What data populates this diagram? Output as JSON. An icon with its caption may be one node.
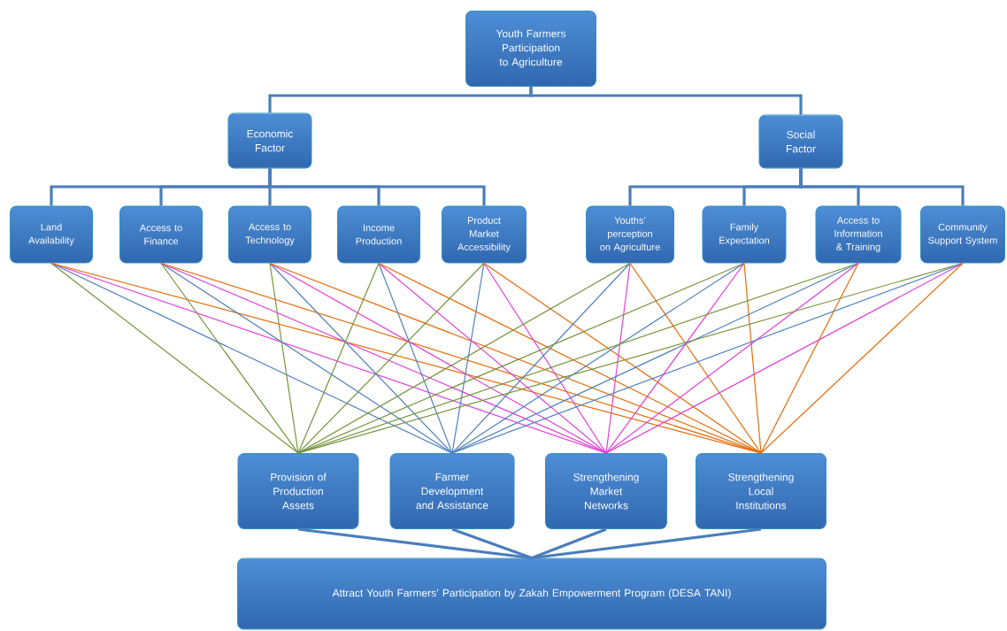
{
  "diagram": {
    "nodes": [
      {
        "text": [
          "Youth Farmers Participation to Agriculture"
        ]
      },
      {
        "text": [
          "Economic Factor"
        ]
      },
      {
        "text": [
          "Social Factor"
        ]
      },
      {
        "text": [
          "Land Availability"
        ]
      },
      {
        "text": [
          "Access to Finance"
        ]
      },
      {
        "text": [
          "Access to Technology"
        ]
      },
      {
        "text": [
          "Income Production"
        ]
      },
      {
        "text": [
          "Product Market Accessibility"
        ]
      },
      {
        "text": [
          "Youths’ perception on Agriculture"
        ]
      },
      {
        "text": [
          "Family Expectation"
        ]
      },
      {
        "text": [
          "Access to Information & Training"
        ]
      },
      {
        "text": [
          "Community Support System"
        ]
      },
      {
        "text": [
          "Provision of Production Assets"
        ]
      },
      {
        "text": [
          "Farmer Development and Assistance"
        ]
      },
      {
        "text": [
          "Strengthening Market Networks"
        ]
      },
      {
        "text": [
          "Strengthening Local Institutions"
        ]
      },
      {
        "text": [
          "Attract Youth Farmers’ Participation by Zakah Empowerment Program (DESA TANI)"
        ]
      }
    ],
    "edges": [
      {
        "from": 0,
        "to": 1,
        "arrow": "none",
        "style": "thick",
        "color": "#4a7ebb"
      },
      {
        "from": 0,
        "to": 2,
        "arrow": "none",
        "style": "thick",
        "color": "#4a7ebb"
      },
      {
        "from": 1,
        "to": 3,
        "arrow": "none",
        "style": "thick",
        "color": "#4a7ebb"
      },
      {
        "from": 1,
        "to": 4,
        "arrow": "none",
        "style": "thick",
        "color": "#4a7ebb"
      },
      {
        "from": 1,
        "to": 5,
        "arrow": "none",
        "style": "thick",
        "color": "#4a7ebb"
      },
      {
        "from": 1,
        "to": 6,
        "arrow": "none",
        "style": "thick",
        "color": "#4a7ebb"
      },
      {
        "from": 1,
        "to": 7,
        "arrow": "none",
        "style": "thick",
        "color": "#4a7ebb"
      },
      {
        "from": 2,
        "to": 8,
        "arrow": "none",
        "style": "thick",
        "color": "#4a7ebb"
      },
      {
        "from": 2,
        "to": 9,
        "arrow": "none",
        "style": "thick",
        "color": "#4a7ebb"
      },
      {
        "from": 2,
        "to": 10,
        "arrow": "none",
        "style": "thick",
        "color": "#4a7ebb"
      },
      {
        "from": 2,
        "to": 11,
        "arrow": "none",
        "style": "thick",
        "color": "#4a7ebb"
      },
      {
        "from": 3,
        "to": 12,
        "arrow": "none",
        "color": "#77933c"
      },
      {
        "from": 3,
        "to": 13,
        "arrow": "none",
        "color": "#4f81bd"
      },
      {
        "from": 3,
        "to": 14,
        "arrow": "none",
        "color": "#e040d8"
      },
      {
        "from": 3,
        "to": 15,
        "arrow": "none",
        "color": "#e46c0a"
      },
      {
        "from": 4,
        "to": 12,
        "arrow": "none",
        "color": "#77933c"
      },
      {
        "from": 4,
        "to": 13,
        "arrow": "none",
        "color": "#4f81bd"
      },
      {
        "from": 4,
        "to": 14,
        "arrow": "none",
        "color": "#e040d8"
      },
      {
        "from": 4,
        "to": 15,
        "arrow": "none",
        "color": "#e46c0a"
      },
      {
        "from": 5,
        "to": 12,
        "arrow": "none",
        "color": "#77933c"
      },
      {
        "from": 5,
        "to": 13,
        "arrow": "none",
        "color": "#4f81bd"
      },
      {
        "from": 5,
        "to": 14,
        "arrow": "none",
        "color": "#e040d8"
      },
      {
        "from": 5,
        "to": 15,
        "arrow": "none",
        "color": "#e46c0a"
      },
      {
        "from": 6,
        "to": 12,
        "arrow": "none",
        "color": "#77933c"
      },
      {
        "from": 6,
        "to": 13,
        "arrow": "none",
        "color": "#4f81bd"
      },
      {
        "from": 6,
        "to": 14,
        "arrow": "none",
        "color": "#e040d8"
      },
      {
        "from": 6,
        "to": 15,
        "arrow": "none",
        "color": "#e46c0a"
      },
      {
        "from": 7,
        "to": 12,
        "arrow": "none",
        "color": "#77933c"
      },
      {
        "from": 7,
        "to": 13,
        "arrow": "none",
        "color": "#4f81bd"
      },
      {
        "from": 7,
        "to": 14,
        "arrow": "none",
        "color": "#e040d8"
      },
      {
        "from": 7,
        "to": 15,
        "arrow": "none",
        "color": "#e46c0a"
      },
      {
        "from": 8,
        "to": 12,
        "arrow": "none",
        "color": "#77933c"
      },
      {
        "from": 8,
        "to": 13,
        "arrow": "none",
        "color": "#4f81bd"
      },
      {
        "from": 8,
        "to": 14,
        "arrow": "none",
        "color": "#e040d8"
      },
      {
        "from": 8,
        "to": 15,
        "arrow": "none",
        "color": "#e46c0a"
      },
      {
        "from": 9,
        "to": 12,
        "arrow": "none",
        "color": "#77933c"
      },
      {
        "from": 9,
        "to": 13,
        "arrow": "none",
        "color": "#4f81bd"
      },
      {
        "from": 9,
        "to": 14,
        "arrow": "none",
        "color": "#e040d8"
      },
      {
        "from": 9,
        "to": 15,
        "arrow": "none",
        "color": "#e46c0a"
      },
      {
        "from": 10,
        "to": 12,
        "arrow": "none",
        "color": "#77933c"
      },
      {
        "from": 10,
        "to": 13,
        "arrow": "none",
        "color": "#4f81bd"
      },
      {
        "from": 10,
        "to": 14,
        "arrow": "none",
        "color": "#e040d8"
      },
      {
        "from": 10,
        "to": 15,
        "arrow": "none",
        "color": "#e46c0a"
      },
      {
        "from": 11,
        "to": 12,
        "arrow": "none",
        "color": "#77933c"
      },
      {
        "from": 11,
        "to": 13,
        "arrow": "none",
        "color": "#4f81bd"
      },
      {
        "from": 11,
        "to": 14,
        "arrow": "none",
        "color": "#e040d8"
      },
      {
        "from": 11,
        "to": 15,
        "arrow": "none",
        "color": "#e46c0a"
      },
      {
        "from": 12,
        "to": 16,
        "arrow": "none",
        "style": "thick",
        "color": "#4a7ebb"
      },
      {
        "from": 13,
        "to": 16,
        "arrow": "none",
        "style": "thick",
        "color": "#4a7ebb"
      },
      {
        "from": 14,
        "to": 16,
        "arrow": "none",
        "style": "thick",
        "color": "#4a7ebb"
      },
      {
        "from": 15,
        "to": 16,
        "arrow": "none",
        "style": "thick",
        "color": "#4a7ebb"
      }
    ]
  }
}
